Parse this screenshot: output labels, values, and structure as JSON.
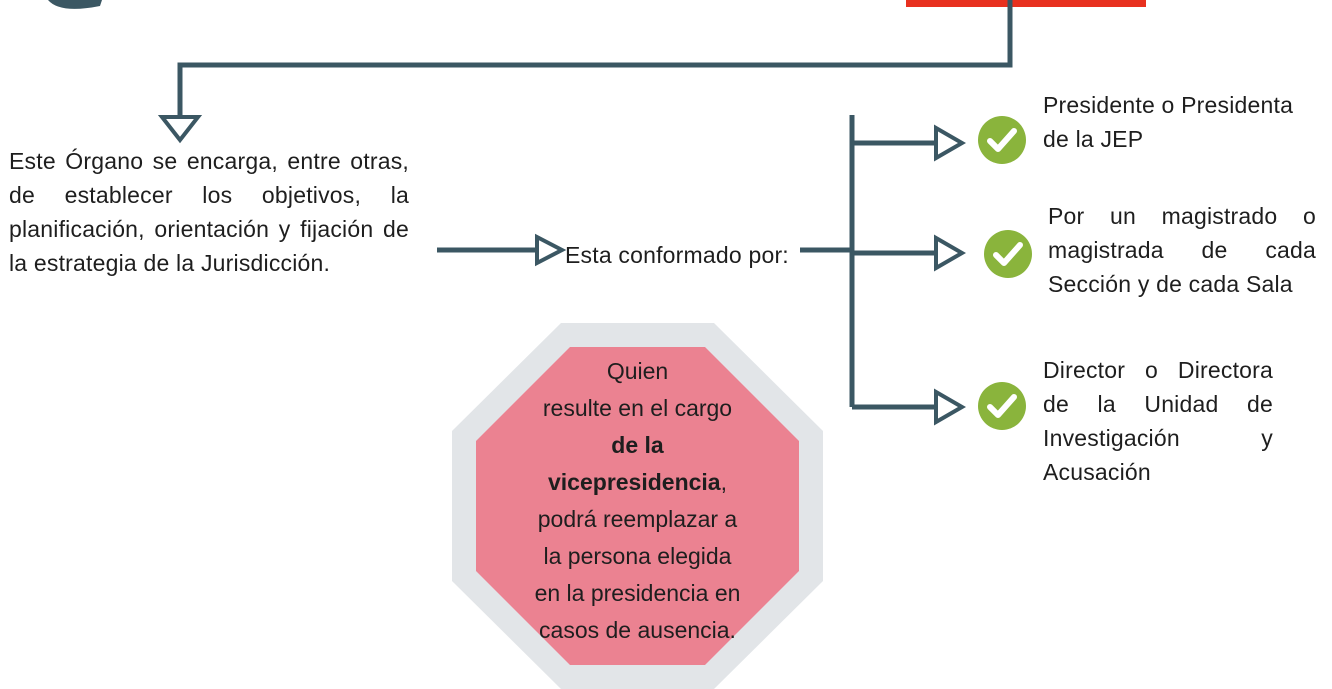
{
  "description": "Este Órgano se encarga, entre otras, de establecer los objetivos, la planificación, orientación y fijación de la estrategia de la Jurisdicción.",
  "conformado_label": "Esta conformado por:",
  "members": [
    "Presidente o Presidenta de la JEP",
    "Por un magistrado o magistrada de cada Sección y de cada Sala",
    "Director o Directora de la Unidad de Investigación y Acusación"
  ],
  "note": {
    "line1": "Quien",
    "part2": "resulte en el cargo ",
    "bold1": "de",
    "bold2": "la vicepresidencia",
    "part3": ", podrá reemplazar a la persona elegida en la presidencia en casos de ausencia."
  },
  "colors": {
    "connector": "#3b5763",
    "check_green": "#8ab43c",
    "octagon_fill": "#eb8291",
    "octagon_border": "#e2e5e8",
    "accent_red": "#e8311f"
  },
  "icons": [
    "check-circle-icon",
    "arrow-head-icon"
  ]
}
